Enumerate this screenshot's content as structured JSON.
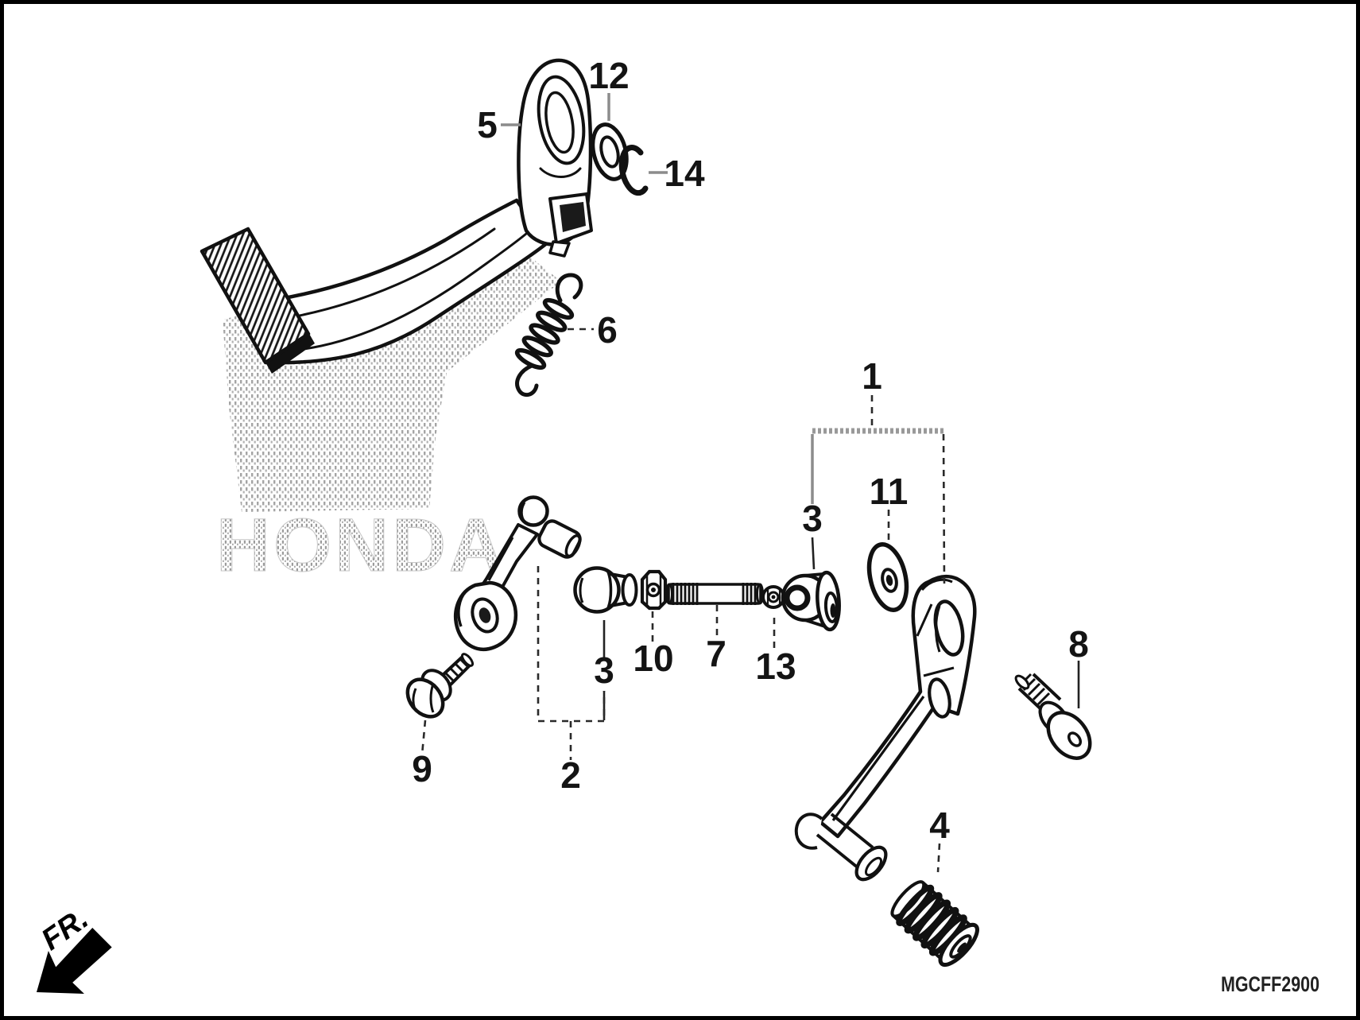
{
  "diagram": {
    "code": "MGCFF2900",
    "watermark": "HONDA",
    "direction_label": "FR."
  },
  "colors": {
    "background": "#ffffff",
    "line": "#111111",
    "leader_gray": "#8c8c8c",
    "halftone_dot": "#a4a4a4",
    "border": "#000000"
  },
  "callouts": {
    "n1": {
      "part": "1"
    },
    "n2": {
      "part": "2"
    },
    "n3_upper": {
      "part": "3"
    },
    "n3_lower": {
      "part": "3"
    },
    "n4": {
      "part": "4"
    },
    "n5": {
      "part": "5"
    },
    "n6": {
      "part": "6"
    },
    "n7": {
      "part": "7"
    },
    "n8": {
      "part": "8"
    },
    "n9": {
      "part": "9"
    },
    "n10": {
      "part": "10"
    },
    "n11": {
      "part": "11"
    },
    "n12": {
      "part": "12"
    },
    "n13": {
      "part": "13"
    },
    "n14": {
      "part": "14"
    }
  }
}
